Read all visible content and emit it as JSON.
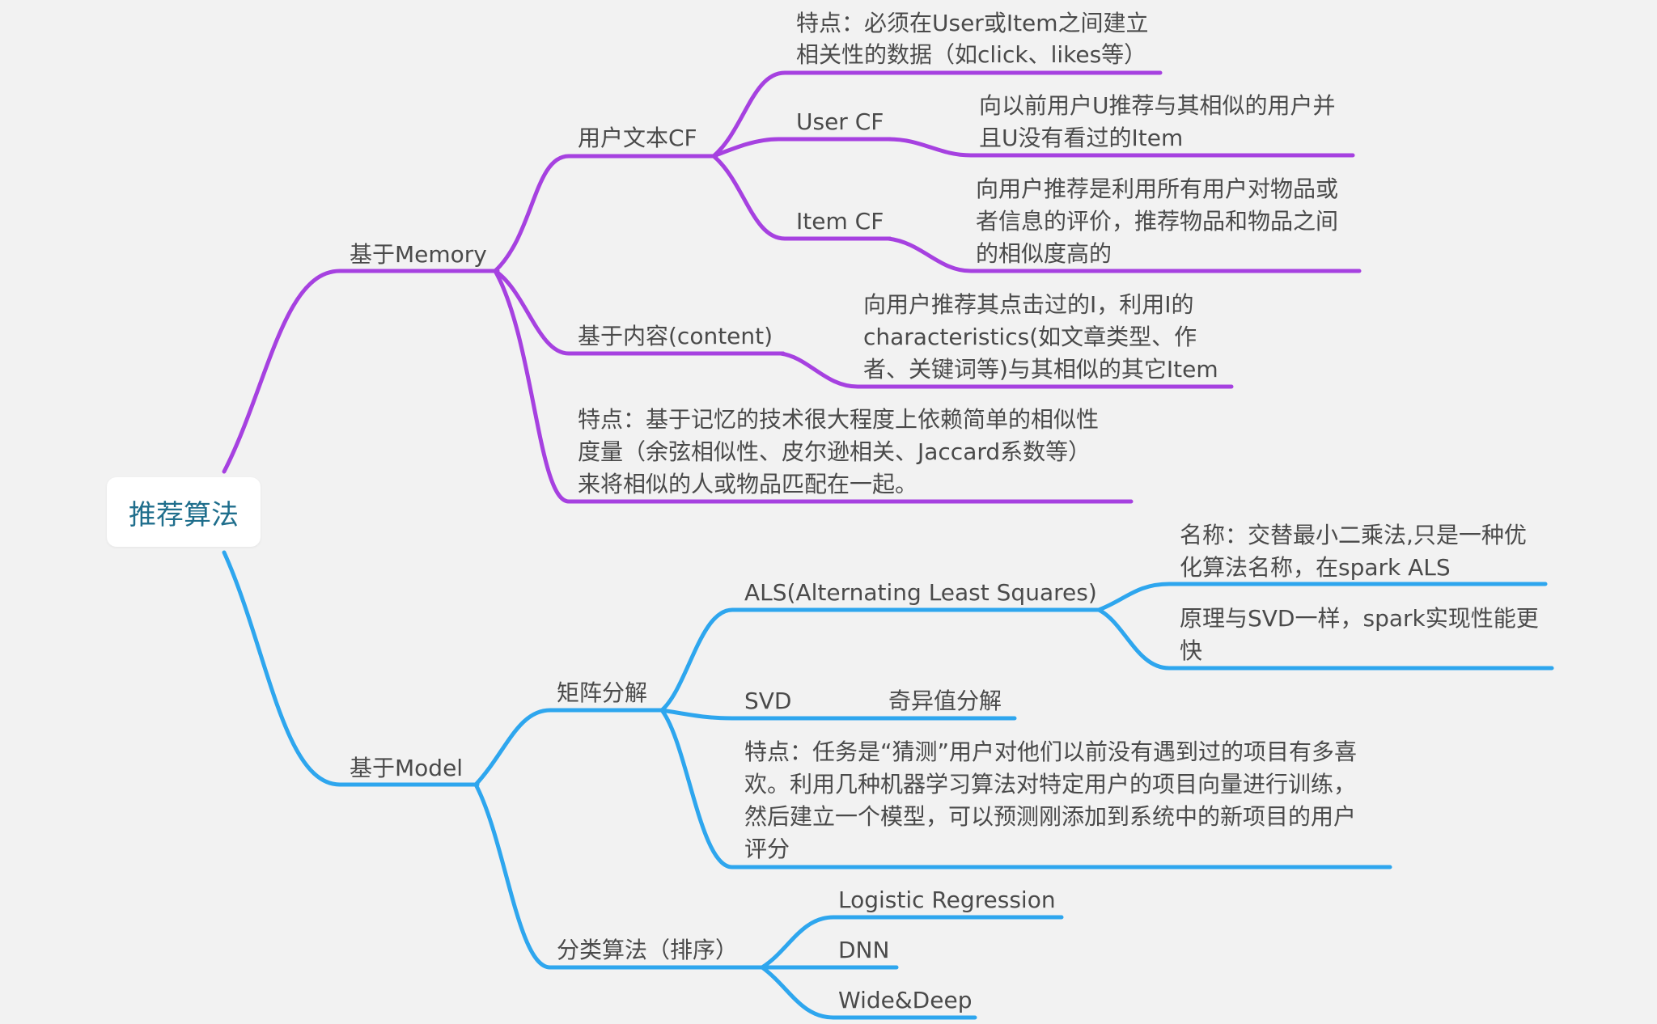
{
  "mindmap": {
    "root": "推荐算法",
    "colors": {
      "memory": "#a641e0",
      "model": "#2ea6ee"
    },
    "memory": {
      "label": "基于Memory",
      "user_text_cf": {
        "label": "用户文本CF",
        "feature": [
          "特点：必须在User或Item之间建立",
          "相关性的数据（如click、likes等）"
        ],
        "user_cf": {
          "label": "User CF",
          "desc": [
            "向以前用户U推荐与其相似的用户并",
            "且U没有看过的Item"
          ]
        },
        "item_cf": {
          "label": "Item CF",
          "desc": [
            "向用户推荐是利用所有用户对物品或",
            "者信息的评价，推荐物品和物品之间",
            "的相似度高的"
          ]
        }
      },
      "content": {
        "label": "基于内容(content)",
        "desc": [
          "向用户推荐其点击过的I，利用I的",
          "characteristics(如文章类型、作",
          "者、关键词等)与其相似的其它Item"
        ]
      },
      "feature": [
        "特点：基于记忆的技术很大程度上依赖简单的相似性",
        "度量（余弦相似性、皮尔逊相关、Jaccard系数等）",
        "来将相似的人或物品匹配在一起。"
      ]
    },
    "model": {
      "label": "基于Model",
      "matrix": {
        "label": "矩阵分解",
        "als": {
          "label": "ALS(Alternating Least Squares)",
          "name": [
            "名称：交替最小二乘法,只是一种优",
            "化算法名称，在spark ALS"
          ],
          "principle": [
            "原理与SVD一样，spark实现性能更",
            "快"
          ]
        },
        "svd": {
          "label": "SVD",
          "desc": "奇异值分解"
        },
        "feature": [
          "特点：任务是“猜测”用户对他们以前没有遇到过的项目有多喜",
          "欢。利用几种机器学习算法对特定用户的项目向量进行训练，",
          "然后建立一个模型，可以预测刚添加到系统中的新项目的用户",
          "评分"
        ]
      },
      "classification": {
        "label": "分类算法（排序）",
        "items": [
          "Logistic Regression",
          "DNN",
          "Wide&Deep"
        ]
      }
    }
  }
}
